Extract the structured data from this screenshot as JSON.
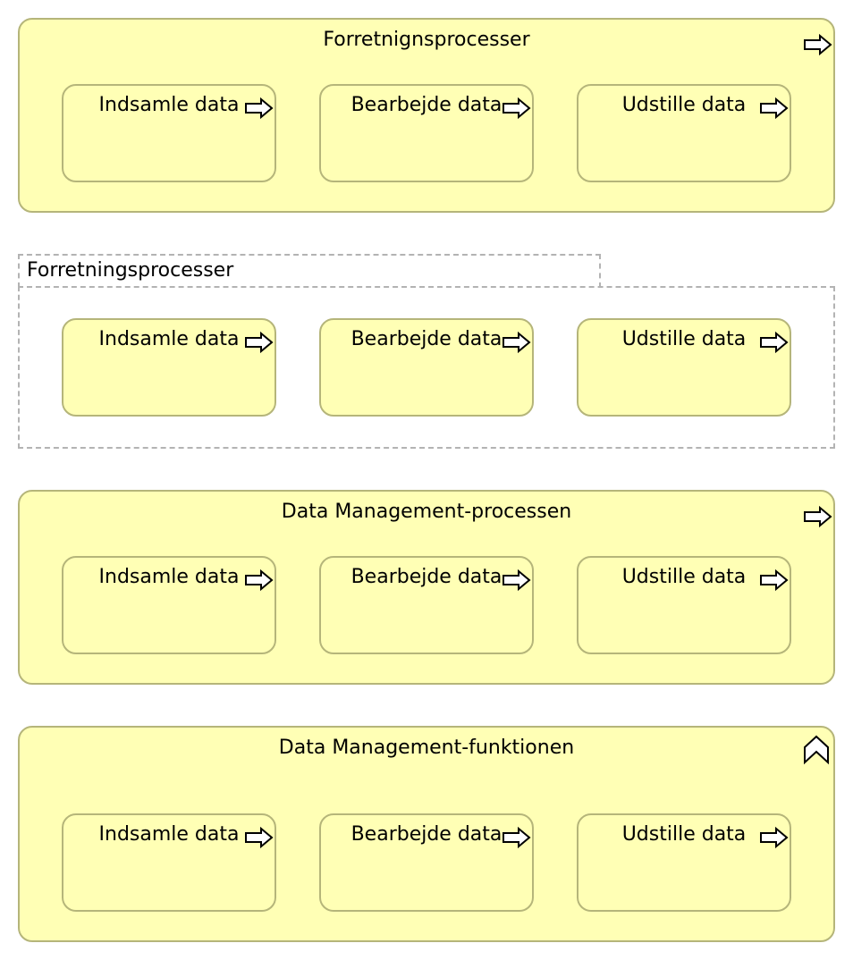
{
  "diagram": {
    "container1": {
      "title": "Forretnignsprocesser",
      "icon": "process-arrow-icon",
      "processes": [
        {
          "label": "Indsamle data",
          "icon": "process-arrow-icon"
        },
        {
          "label": "Bearbejde data",
          "icon": "process-arrow-icon"
        },
        {
          "label": "Udstille data",
          "icon": "process-arrow-icon"
        }
      ]
    },
    "group": {
      "title": "Forretningsprocesser",
      "processes": [
        {
          "label": "Indsamle data",
          "icon": "process-arrow-icon"
        },
        {
          "label": "Bearbejde data",
          "icon": "process-arrow-icon"
        },
        {
          "label": "Udstille data",
          "icon": "process-arrow-icon"
        }
      ]
    },
    "container2": {
      "title": "Data Management-processen",
      "icon": "process-arrow-icon",
      "processes": [
        {
          "label": "Indsamle data",
          "icon": "process-arrow-icon"
        },
        {
          "label": "Bearbejde data",
          "icon": "process-arrow-icon"
        },
        {
          "label": "Udstille data",
          "icon": "process-arrow-icon"
        }
      ]
    },
    "container3": {
      "title": "Data Management-funktionen",
      "icon": "function-chevron-icon",
      "processes": [
        {
          "label": "Indsamle data",
          "icon": "process-arrow-icon"
        },
        {
          "label": "Bearbejde data",
          "icon": "process-arrow-icon"
        },
        {
          "label": "Udstille data",
          "icon": "process-arrow-icon"
        }
      ]
    },
    "colors": {
      "fill": "#ffffb5",
      "border": "#b5b57a",
      "group_border": "#b3b3b3"
    }
  }
}
